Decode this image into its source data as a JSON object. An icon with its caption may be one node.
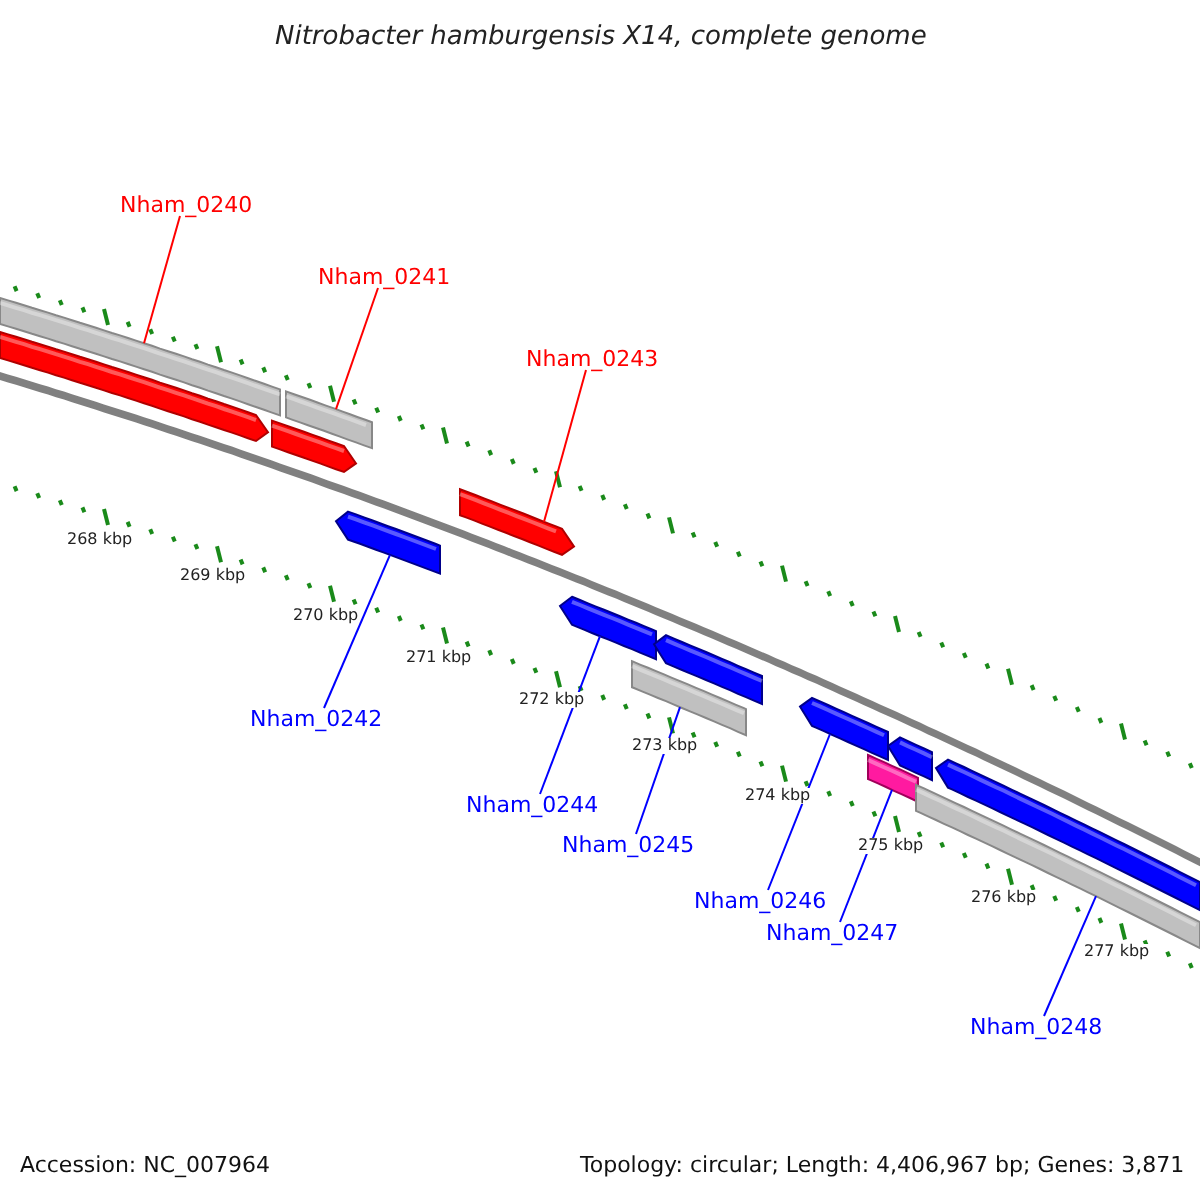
{
  "diagram": {
    "title": "Nitrobacter hamburgensis X14, complete genome",
    "nodes": [
      {
        "text": [
          "Nham_0240"
        ]
      },
      {
        "text": [
          "Nham_0241"
        ]
      },
      {
        "text": [
          "Nham_0243"
        ]
      },
      {
        "text": [
          "Nham_0242"
        ]
      },
      {
        "text": [
          "Nham_0244"
        ]
      },
      {
        "text": [
          "Nham_0245"
        ]
      },
      {
        "text": [
          "Nham_0246"
        ]
      },
      {
        "text": [
          "Nham_0247"
        ]
      },
      {
        "text": [
          "Nham_0248"
        ]
      },
      {
        "text": [],
        "shape": "bar"
      },
      {
        "text": [],
        "shape": "pentagon"
      },
      {
        "text": [],
        "shape": "bar"
      },
      {
        "text": [],
        "shape": "pentagon"
      },
      {
        "text": [],
        "shape": "pentagon"
      },
      {
        "text": [],
        "shape": "pentagon"
      },
      {
        "text": [],
        "shape": "pentagon"
      },
      {
        "text": [],
        "shape": "bar"
      },
      {
        "text": [],
        "shape": "pentagon"
      },
      {
        "text": [],
        "shape": "pentagon"
      },
      {
        "text": [],
        "shape": "bar"
      },
      {
        "text": [],
        "shape": "pentagon"
      },
      {
        "text": [],
        "shape": "bar"
      },
      {
        "text": [],
        "shape": "pentagon"
      }
    ],
    "edges": [
      {
        "from": 0,
        "to": 9,
        "arrow": "none",
        "color": "#ff0000"
      },
      {
        "from": 1,
        "to": 11,
        "arrow": "none",
        "color": "#ff0000"
      },
      {
        "from": 2,
        "to": 14,
        "arrow": "none",
        "color": "#ff0000"
      },
      {
        "from": 3,
        "to": 13,
        "arrow": "none"
      },
      {
        "from": 4,
        "to": 15,
        "arrow": "none"
      },
      {
        "from": 5,
        "to": 16,
        "arrow": "none"
      },
      {
        "from": 6,
        "to": 18,
        "arrow": "none"
      },
      {
        "from": 7,
        "to": 19,
        "arrow": "none"
      },
      {
        "from": 8,
        "to": 21,
        "arrow": "none"
      }
    ],
    "labels": [
      "268 kbp",
      "269 kbp",
      "270 kbp",
      "271 kbp",
      "272 kbp",
      "273 kbp",
      "274 kbp",
      "275 kbp",
      "276 kbp",
      "277 kbp",
      "Accession: NC_007964",
      "Topology: circular; Length: 4,406,967 bp; Genes: 3,871"
    ]
  }
}
